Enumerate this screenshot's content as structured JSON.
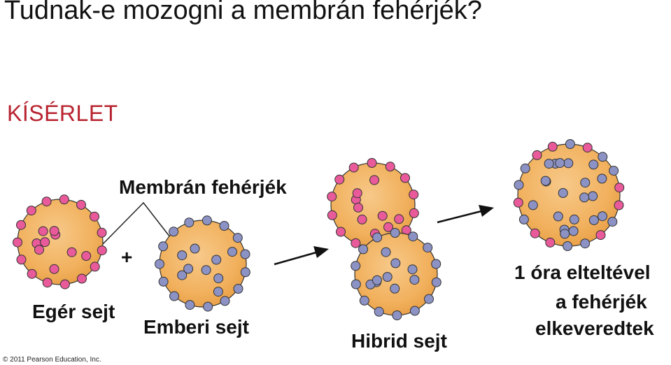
{
  "title": "Tudnak-e mozogni a membrán fehérjék?",
  "section_label": "KÍSÉRLET",
  "labels": {
    "membrane_proteins": "Membrán fehérjék",
    "plus": "+",
    "mouse_cell": "Egér sejt",
    "human_cell": "Emberi sejt",
    "hybrid_cell": "Hibrid sejt",
    "result_line1": "1 óra elteltével",
    "result_line2": "a fehérjék",
    "result_line3": "elkeveredtek"
  },
  "copyright": "© 2011 Pearson Education, Inc.",
  "colors": {
    "title_text": "#111111",
    "section_label": "#b8232f",
    "cell_fill": "#f2b463",
    "cell_outline": "#333333",
    "mouse_protein": "#e85a9a",
    "human_protein": "#8c92c4",
    "arrow": "#111111"
  }
}
